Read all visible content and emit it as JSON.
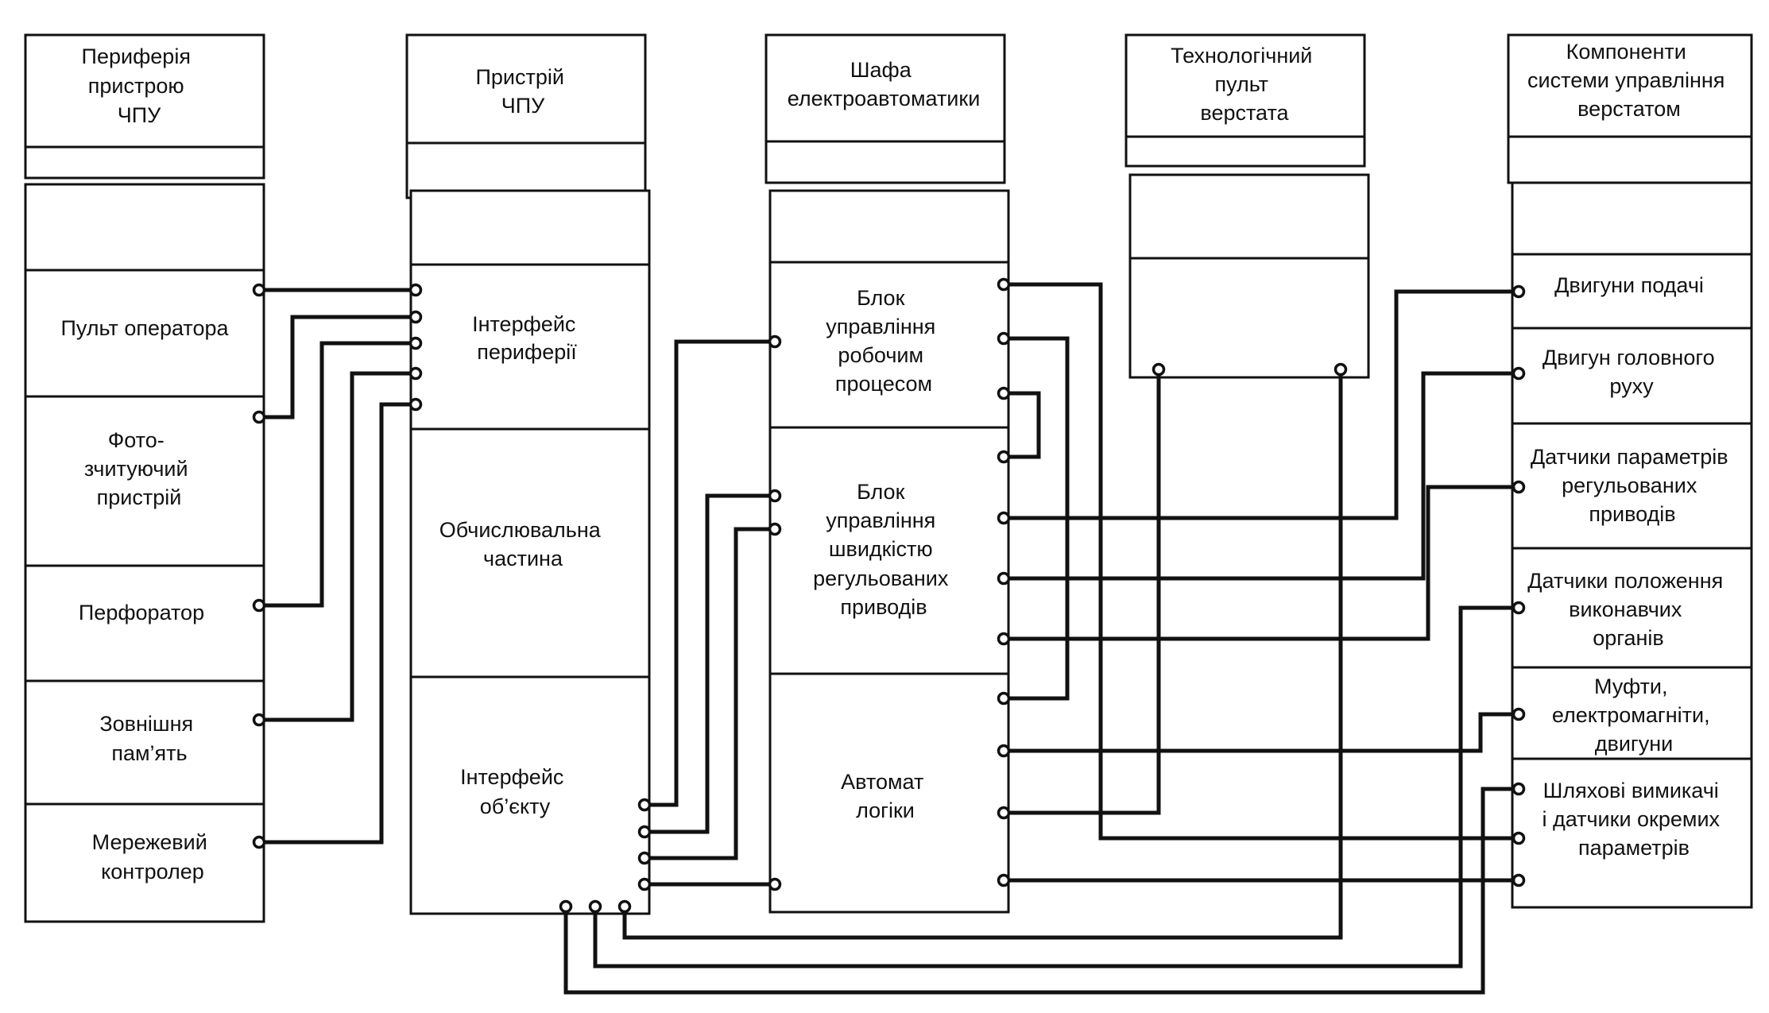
{
  "columns": {
    "periphery": {
      "header": [
        "Периферія",
        "пристрою",
        "ЧПУ"
      ],
      "blocks": [
        {
          "lines": [
            "Пульт оператора"
          ]
        },
        {
          "lines": [
            "Фото-",
            "зчитуючий",
            "пристрій"
          ]
        },
        {
          "lines": [
            "Перфоратор"
          ]
        },
        {
          "lines": [
            "Зовнішня",
            "пам’ять"
          ]
        },
        {
          "lines": [
            "Мережевий",
            "контролер"
          ]
        }
      ]
    },
    "cnc": {
      "header": [
        "Пристрій",
        "ЧПУ"
      ],
      "blocks": [
        {
          "lines": [
            "Інтерфейс",
            "периферії"
          ]
        },
        {
          "lines": [
            "Обчислювальна",
            "частина"
          ]
        },
        {
          "lines": [
            "Інтерфейс",
            "об’єкту"
          ]
        }
      ]
    },
    "cabinet": {
      "header": [
        "Шафа",
        "електроавтоматики"
      ],
      "blocks": [
        {
          "lines": [
            "Блок",
            "управління",
            "робочим",
            "процесом"
          ]
        },
        {
          "lines": [
            "Блок",
            "управління",
            "швидкістю",
            "регульованих",
            "приводів"
          ]
        },
        {
          "lines": [
            "Автомат",
            "логіки"
          ]
        }
      ]
    },
    "panel": {
      "header": [
        "Технологічний",
        "пульт",
        "верстата"
      ]
    },
    "machine": {
      "header": [
        "Компоненти",
        "системи управління",
        "верстатом"
      ],
      "blocks": [
        {
          "lines": [
            "Двигуни подачі"
          ]
        },
        {
          "lines": [
            "Двигун головного",
            "руху"
          ]
        },
        {
          "lines": [
            "Датчики параметрів",
            "регульованих",
            "приводів"
          ]
        },
        {
          "lines": [
            "Датчики положення",
            "виконавчих",
            "органів"
          ]
        },
        {
          "lines": [
            "Муфти,",
            "електромагніти,",
            "двигуни"
          ]
        },
        {
          "lines": [
            "Шляхові вимикачі",
            "і датчики окремих",
            "параметрів"
          ]
        }
      ]
    }
  }
}
